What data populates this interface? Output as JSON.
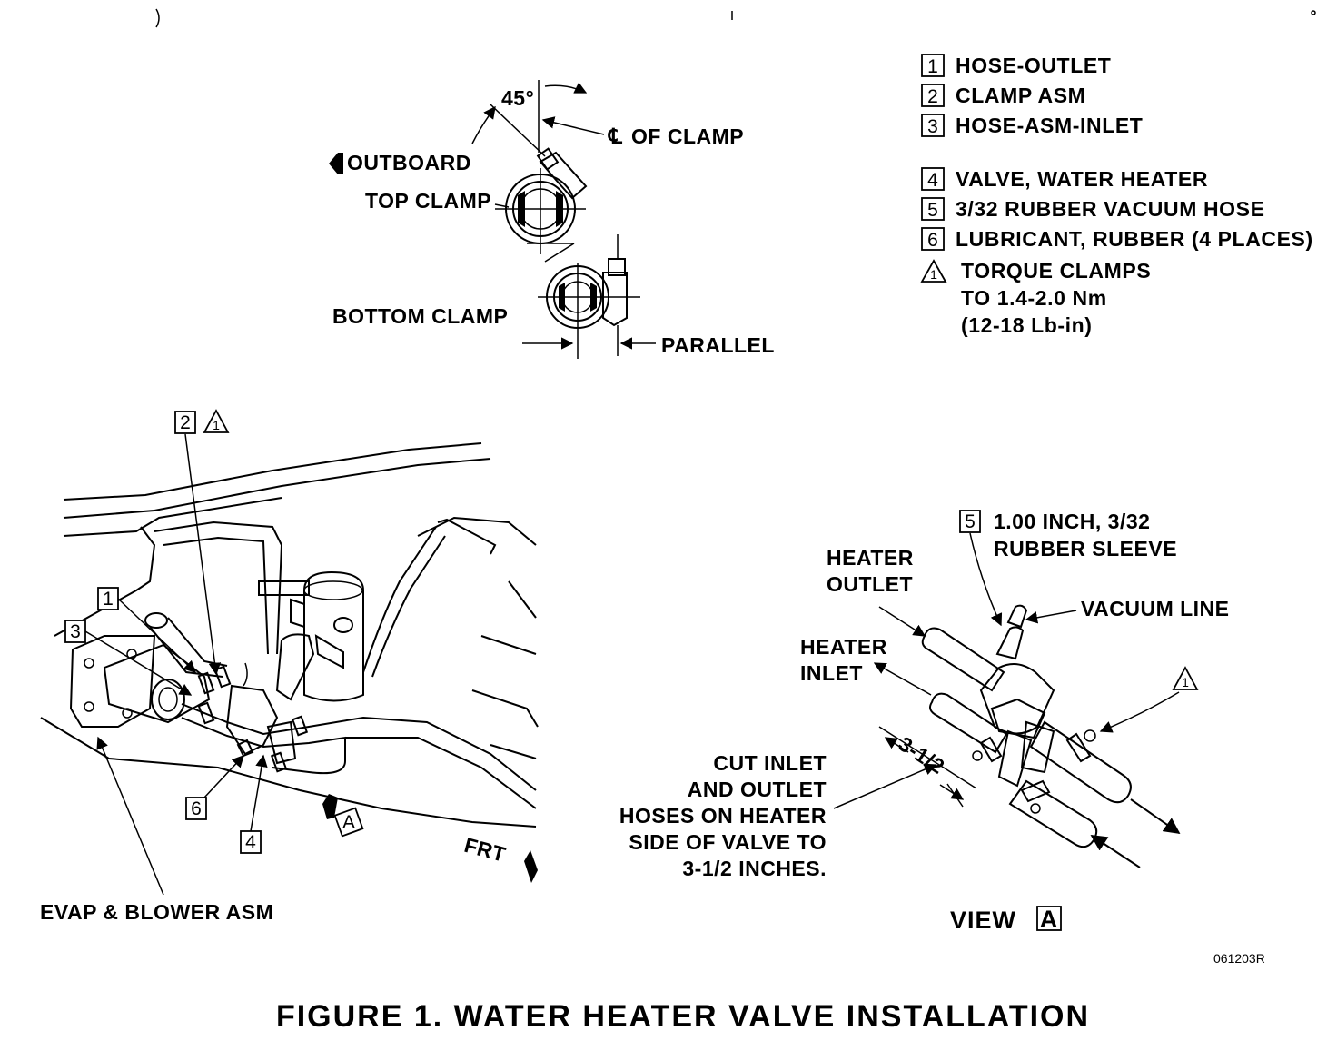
{
  "caption": "FIGURE 1. WATER HEATER VALVE INSTALLATION",
  "figure_code": "061203R",
  "legend": [
    {
      "key": "1",
      "text": "HOSE-OUTLET"
    },
    {
      "key": "2",
      "text": "CLAMP ASM"
    },
    {
      "key": "3",
      "text": "HOSE-ASM-INLET"
    },
    {
      "key": "4",
      "text": "VALVE, WATER HEATER"
    },
    {
      "key": "5",
      "text": "3/32 RUBBER VACUUM HOSE"
    },
    {
      "key": "6",
      "text": "LUBRICANT, RUBBER (4 PLACES)"
    }
  ],
  "torque_note": [
    "TORQUE CLAMPS",
    "TO 1.4-2.0 Nm",
    "(12-18 Lb-in)"
  ],
  "clamp_detail": {
    "angle": "45°",
    "centerline": "OF CLAMP",
    "outboard": "OUTBOARD",
    "top_clamp": "TOP CLAMP",
    "bottom_clamp": "BOTTOM CLAMP",
    "parallel": "PARALLEL"
  },
  "main_view": {
    "callouts": [
      "2",
      "1",
      "3",
      "6",
      "4"
    ],
    "evap_label": "EVAP & BLOWER ASM",
    "view_ref": "A",
    "frt": "FRT"
  },
  "view_a": {
    "title": "VIEW",
    "ref": "A",
    "sleeve_key": "5",
    "sleeve_text": [
      "1.00 INCH, 3/32",
      "RUBBER SLEEVE"
    ],
    "vacuum_line": "VACUUM LINE",
    "heater_outlet": [
      "HEATER",
      "OUTLET"
    ],
    "heater_inlet": [
      "HEATER",
      "INLET"
    ],
    "dimension": "3-1/2",
    "cut_note": [
      "CUT INLET",
      "AND OUTLET",
      "HOSES ON HEATER",
      "SIDE OF VALVE TO",
      "3-1/2 INCHES."
    ]
  }
}
